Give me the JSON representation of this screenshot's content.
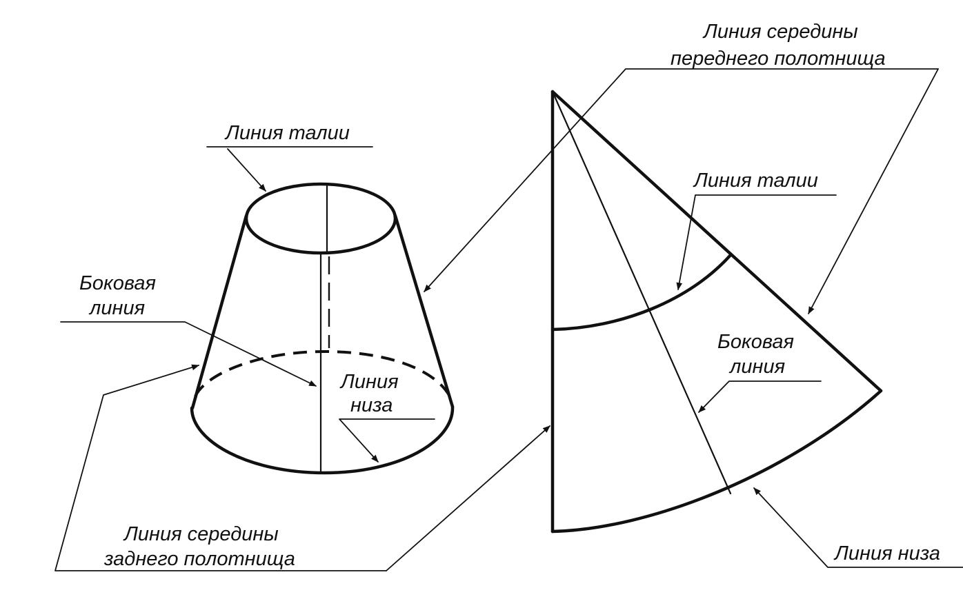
{
  "cone": {
    "waist_label": "Линия талии",
    "side_label_line1": "Боковая",
    "side_label_line2": "линия",
    "hem_label_line1": "Линия",
    "hem_label_line2": "низа"
  },
  "pattern": {
    "front_center_line1": "Линия середины",
    "front_center_line2": "переднего полотнища",
    "waist_label": "Линия талии",
    "side_label_line1": "Боковая",
    "side_label_line2": "линия",
    "hem_label": "Линия низа"
  },
  "shared": {
    "back_center_line1": "Линия середины",
    "back_center_line2": "заднего полотнища"
  }
}
